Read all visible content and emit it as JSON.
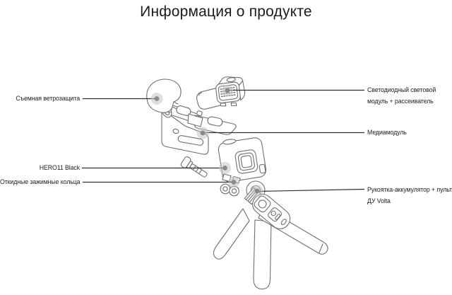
{
  "page": {
    "title": "Информация о продукте"
  },
  "labels": {
    "left": [
      {
        "text": "Съемная ветрозащита"
      },
      {
        "text": "HERO11 Black"
      },
      {
        "text": "Откидные зажимные кольца"
      }
    ],
    "right": [
      {
        "line1": "Светодиодный световой",
        "line2": "модуль + рассеиватель"
      },
      {
        "text": "Медиамодуль"
      },
      {
        "line1": "Рукоятка-аккумулятор + пульт",
        "line2": "ДУ Volta"
      }
    ]
  },
  "icons": {
    "diagram": "gopro-hero11-creator-edition-exploded-view"
  },
  "colors": {
    "background": "#ffffff",
    "title_text": "#1b1b1b",
    "label_text": "#222222",
    "leader_line": "#303030",
    "diagram_outline": "#6f6f6f",
    "callout_dot_outer": "#c3c3c3",
    "callout_dot_inner": "#8a8a8a"
  }
}
